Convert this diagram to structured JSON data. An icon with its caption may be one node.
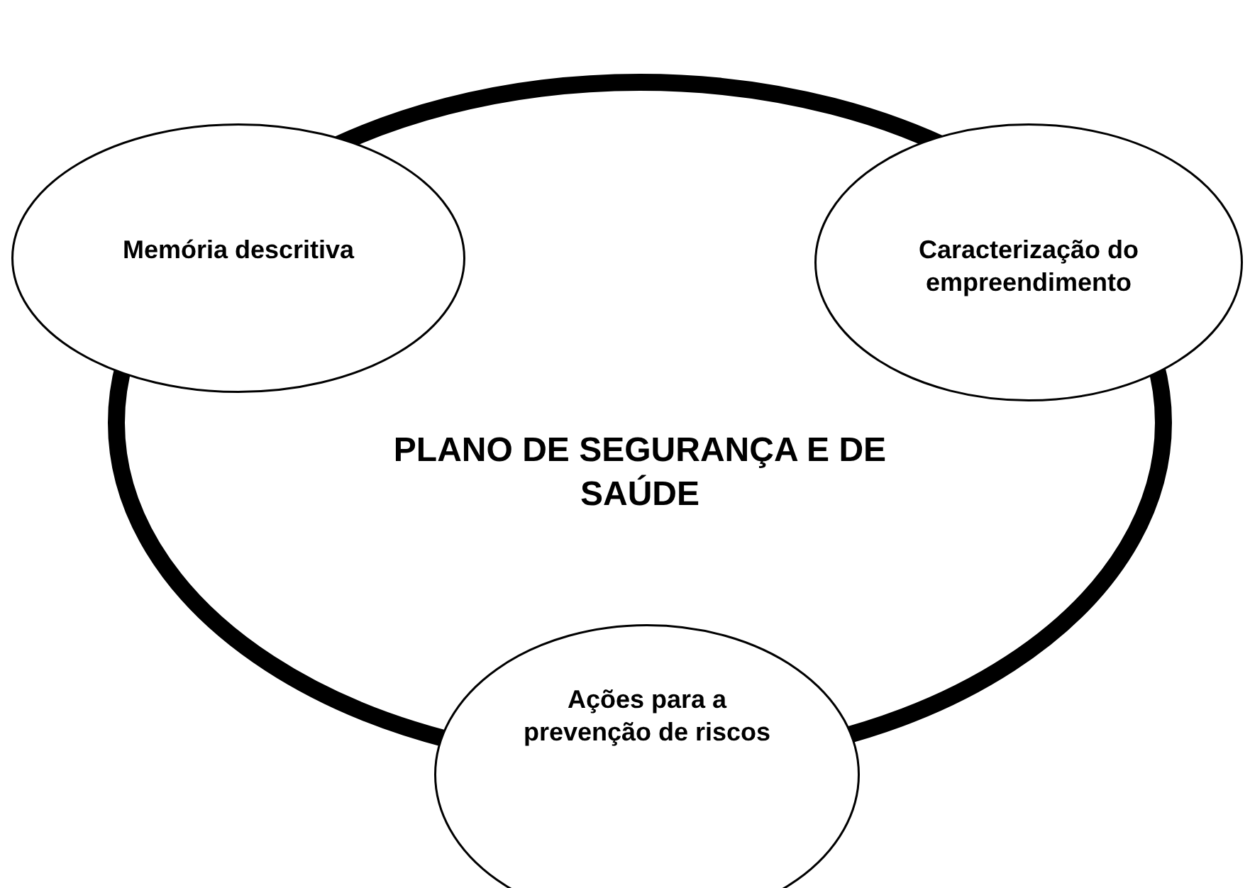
{
  "diagram": {
    "nodes": [
      {
        "text": [
          "PLANO DE SEGURANÇA E DE SAÚDE"
        ]
      },
      {
        "text": [
          "Memória descritiva"
        ]
      },
      {
        "text": [
          "Caracterização do empreendimento"
        ]
      },
      {
        "text": [
          "Ações para a prevenção de riscos"
        ]
      }
    ]
  }
}
